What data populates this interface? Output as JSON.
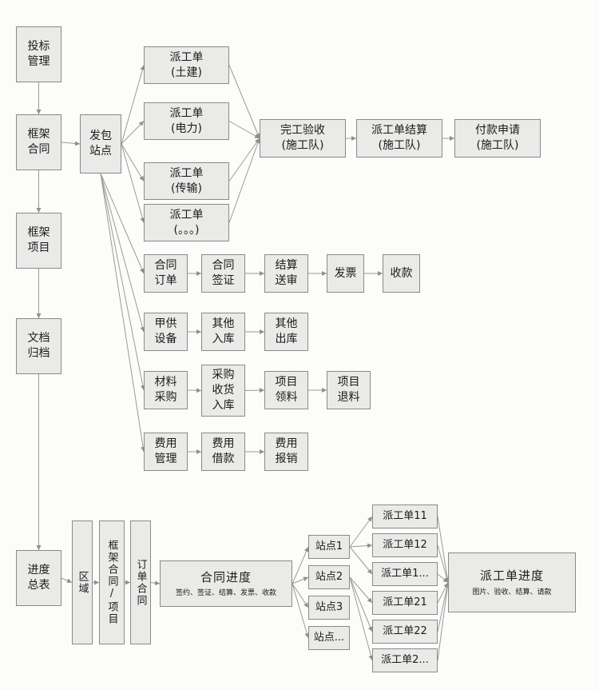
{
  "appearance": {
    "background": "#fcfcfa",
    "box_fill": "#eaeae8",
    "box_border": "#8a8a8a",
    "line_color": "#9a9a9a",
    "text_color": "#1b1b1b"
  },
  "nodes": {
    "bid": {
      "lines": [
        "投标",
        "管理"
      ]
    },
    "framework_contract": {
      "lines": [
        "框架",
        "合同"
      ]
    },
    "framework_project": {
      "lines": [
        "框架",
        "项目"
      ]
    },
    "doc_archive": {
      "lines": [
        "文档",
        "归档"
      ]
    },
    "progress_summary": {
      "lines": [
        "进度",
        "总表"
      ]
    },
    "dispatch_site": {
      "lines": [
        "发包",
        "站点"
      ]
    },
    "wo_civil": {
      "lines": [
        "派工单",
        "(土建)"
      ]
    },
    "wo_power": {
      "lines": [
        "派工单",
        "(电力)"
      ]
    },
    "wo_transmission": {
      "lines": [
        "派工单",
        "(传输)"
      ]
    },
    "wo_etc": {
      "lines": [
        "派工单",
        "(。。。)"
      ]
    },
    "completion": {
      "lines": [
        "完工验收",
        "(施工队)"
      ]
    },
    "wo_settlement": {
      "lines": [
        "派工单结算",
        "(施工队)"
      ]
    },
    "payment_request": {
      "lines": [
        "付款申请",
        "(施工队)"
      ]
    },
    "contract_order": {
      "lines": [
        "合同",
        "订单"
      ]
    },
    "contract_visa": {
      "lines": [
        "合同",
        "签证"
      ]
    },
    "settlement_review": {
      "lines": [
        "结算",
        "送审"
      ]
    },
    "invoice": {
      "lines": [
        "发票"
      ]
    },
    "receipt": {
      "lines": [
        "收款"
      ]
    },
    "owner_equipment": {
      "lines": [
        "甲供",
        "设备"
      ]
    },
    "other_inbound": {
      "lines": [
        "其他",
        "入库"
      ]
    },
    "other_outbound": {
      "lines": [
        "其他",
        "出库"
      ]
    },
    "material_purchase": {
      "lines": [
        "材料",
        "采购"
      ]
    },
    "purchase_receipt": {
      "lines": [
        "采购",
        "收货",
        "入库"
      ]
    },
    "project_material_out": {
      "lines": [
        "项目",
        "领料"
      ]
    },
    "project_material_return": {
      "lines": [
        "项目",
        "退料"
      ]
    },
    "expense_management": {
      "lines": [
        "费用",
        "管理"
      ]
    },
    "expense_loan": {
      "lines": [
        "费用",
        "借款"
      ]
    },
    "expense_reimburse": {
      "lines": [
        "费用",
        "报销"
      ]
    },
    "region": {
      "label": "区域"
    },
    "fw_contract_project": {
      "label": "框架合同/项目"
    },
    "order_contract": {
      "label": "订单合同"
    },
    "contract_progress": {
      "title": "合同进度",
      "sub": "签约、签证、结算、发票、收款"
    },
    "site1": {
      "label": "站点1"
    },
    "site2": {
      "label": "站点2"
    },
    "site3": {
      "label": "站点3"
    },
    "site_etc": {
      "label": "站点..."
    },
    "wo11": {
      "label": "派工单11"
    },
    "wo12": {
      "label": "派工单12"
    },
    "wo1x": {
      "label": "派工单1..."
    },
    "wo21": {
      "label": "派工单21"
    },
    "wo22": {
      "label": "派工单22"
    },
    "wo2x": {
      "label": "派工单2..."
    },
    "wo_progress": {
      "title": "派工单进度",
      "sub": "图片、验收、结算、请款"
    }
  },
  "edges": [
    {
      "from": "bid",
      "to": "framework_contract",
      "fs": "bottom",
      "ts": "top"
    },
    {
      "from": "framework_contract",
      "to": "framework_project",
      "fs": "bottom",
      "ts": "top"
    },
    {
      "from": "framework_project",
      "to": "doc_archive",
      "fs": "bottom",
      "ts": "top"
    },
    {
      "from": "doc_archive",
      "to": "progress_summary",
      "fs": "bottom",
      "ts": "top"
    },
    {
      "from": "framework_contract",
      "to": "dispatch_site",
      "fs": "right",
      "ts": "left"
    },
    {
      "from": "dispatch_site",
      "to": "wo_civil",
      "fs": "right",
      "ts": "left"
    },
    {
      "from": "dispatch_site",
      "to": "wo_power",
      "fs": "right",
      "ts": "left"
    },
    {
      "from": "dispatch_site",
      "to": "wo_transmission",
      "fs": "right",
      "ts": "left"
    },
    {
      "from": "dispatch_site",
      "to": "wo_etc",
      "fs": "right",
      "ts": "left"
    },
    {
      "from": "wo_civil",
      "to": "completion",
      "fs": "right",
      "ts": "left"
    },
    {
      "from": "wo_power",
      "to": "completion",
      "fs": "right",
      "ts": "left"
    },
    {
      "from": "wo_transmission",
      "to": "completion",
      "fs": "right",
      "ts": "left"
    },
    {
      "from": "wo_etc",
      "to": "completion",
      "fs": "right",
      "ts": "left"
    },
    {
      "from": "completion",
      "to": "wo_settlement",
      "fs": "right",
      "ts": "left"
    },
    {
      "from": "wo_settlement",
      "to": "payment_request",
      "fs": "right",
      "ts": "left"
    },
    {
      "from": "dispatch_site",
      "to": "contract_order",
      "fs": "bottom",
      "ts": "left"
    },
    {
      "from": "dispatch_site",
      "to": "owner_equipment",
      "fs": "bottom",
      "ts": "left"
    },
    {
      "from": "dispatch_site",
      "to": "material_purchase",
      "fs": "bottom",
      "ts": "left"
    },
    {
      "from": "dispatch_site",
      "to": "expense_management",
      "fs": "bottom",
      "ts": "left"
    },
    {
      "from": "contract_order",
      "to": "contract_visa",
      "fs": "right",
      "ts": "left"
    },
    {
      "from": "contract_visa",
      "to": "settlement_review",
      "fs": "right",
      "ts": "left"
    },
    {
      "from": "settlement_review",
      "to": "invoice",
      "fs": "right",
      "ts": "left"
    },
    {
      "from": "invoice",
      "to": "receipt",
      "fs": "right",
      "ts": "left"
    },
    {
      "from": "owner_equipment",
      "to": "other_inbound",
      "fs": "right",
      "ts": "left"
    },
    {
      "from": "other_inbound",
      "to": "other_outbound",
      "fs": "right",
      "ts": "left"
    },
    {
      "from": "material_purchase",
      "to": "purchase_receipt",
      "fs": "right",
      "ts": "left"
    },
    {
      "from": "purchase_receipt",
      "to": "project_material_out",
      "fs": "right",
      "ts": "left"
    },
    {
      "from": "project_material_out",
      "to": "project_material_return",
      "fs": "right",
      "ts": "left"
    },
    {
      "from": "expense_management",
      "to": "expense_loan",
      "fs": "right",
      "ts": "left"
    },
    {
      "from": "expense_loan",
      "to": "expense_reimburse",
      "fs": "right",
      "ts": "left"
    },
    {
      "from": "progress_summary",
      "to": "region",
      "fs": "right",
      "ts": "left"
    },
    {
      "from": "region",
      "to": "fw_contract_project",
      "fs": "right",
      "ts": "left"
    },
    {
      "from": "fw_contract_project",
      "to": "order_contract",
      "fs": "right",
      "ts": "left"
    },
    {
      "from": "order_contract",
      "to": "contract_progress",
      "fs": "right",
      "ts": "left"
    },
    {
      "from": "contract_progress",
      "to": "site1",
      "fs": "right",
      "ts": "left"
    },
    {
      "from": "contract_progress",
      "to": "site2",
      "fs": "right",
      "ts": "left"
    },
    {
      "from": "contract_progress",
      "to": "site3",
      "fs": "right",
      "ts": "left"
    },
    {
      "from": "contract_progress",
      "to": "site_etc",
      "fs": "right",
      "ts": "left"
    },
    {
      "from": "site1",
      "to": "wo11",
      "fs": "right",
      "ts": "left"
    },
    {
      "from": "site1",
      "to": "wo12",
      "fs": "right",
      "ts": "left"
    },
    {
      "from": "site1",
      "to": "wo1x",
      "fs": "right",
      "ts": "left"
    },
    {
      "from": "site2",
      "to": "wo21",
      "fs": "right",
      "ts": "left"
    },
    {
      "from": "site2",
      "to": "wo22",
      "fs": "right",
      "ts": "left"
    },
    {
      "from": "site2",
      "to": "wo2x",
      "fs": "right",
      "ts": "left"
    },
    {
      "from": "wo11",
      "to": "wo_progress",
      "fs": "right",
      "ts": "left"
    },
    {
      "from": "wo12",
      "to": "wo_progress",
      "fs": "right",
      "ts": "left"
    },
    {
      "from": "wo1x",
      "to": "wo_progress",
      "fs": "right",
      "ts": "left"
    },
    {
      "from": "wo21",
      "to": "wo_progress",
      "fs": "right",
      "ts": "left"
    },
    {
      "from": "wo22",
      "to": "wo_progress",
      "fs": "right",
      "ts": "left"
    },
    {
      "from": "wo2x",
      "to": "wo_progress",
      "fs": "right",
      "ts": "left"
    }
  ]
}
